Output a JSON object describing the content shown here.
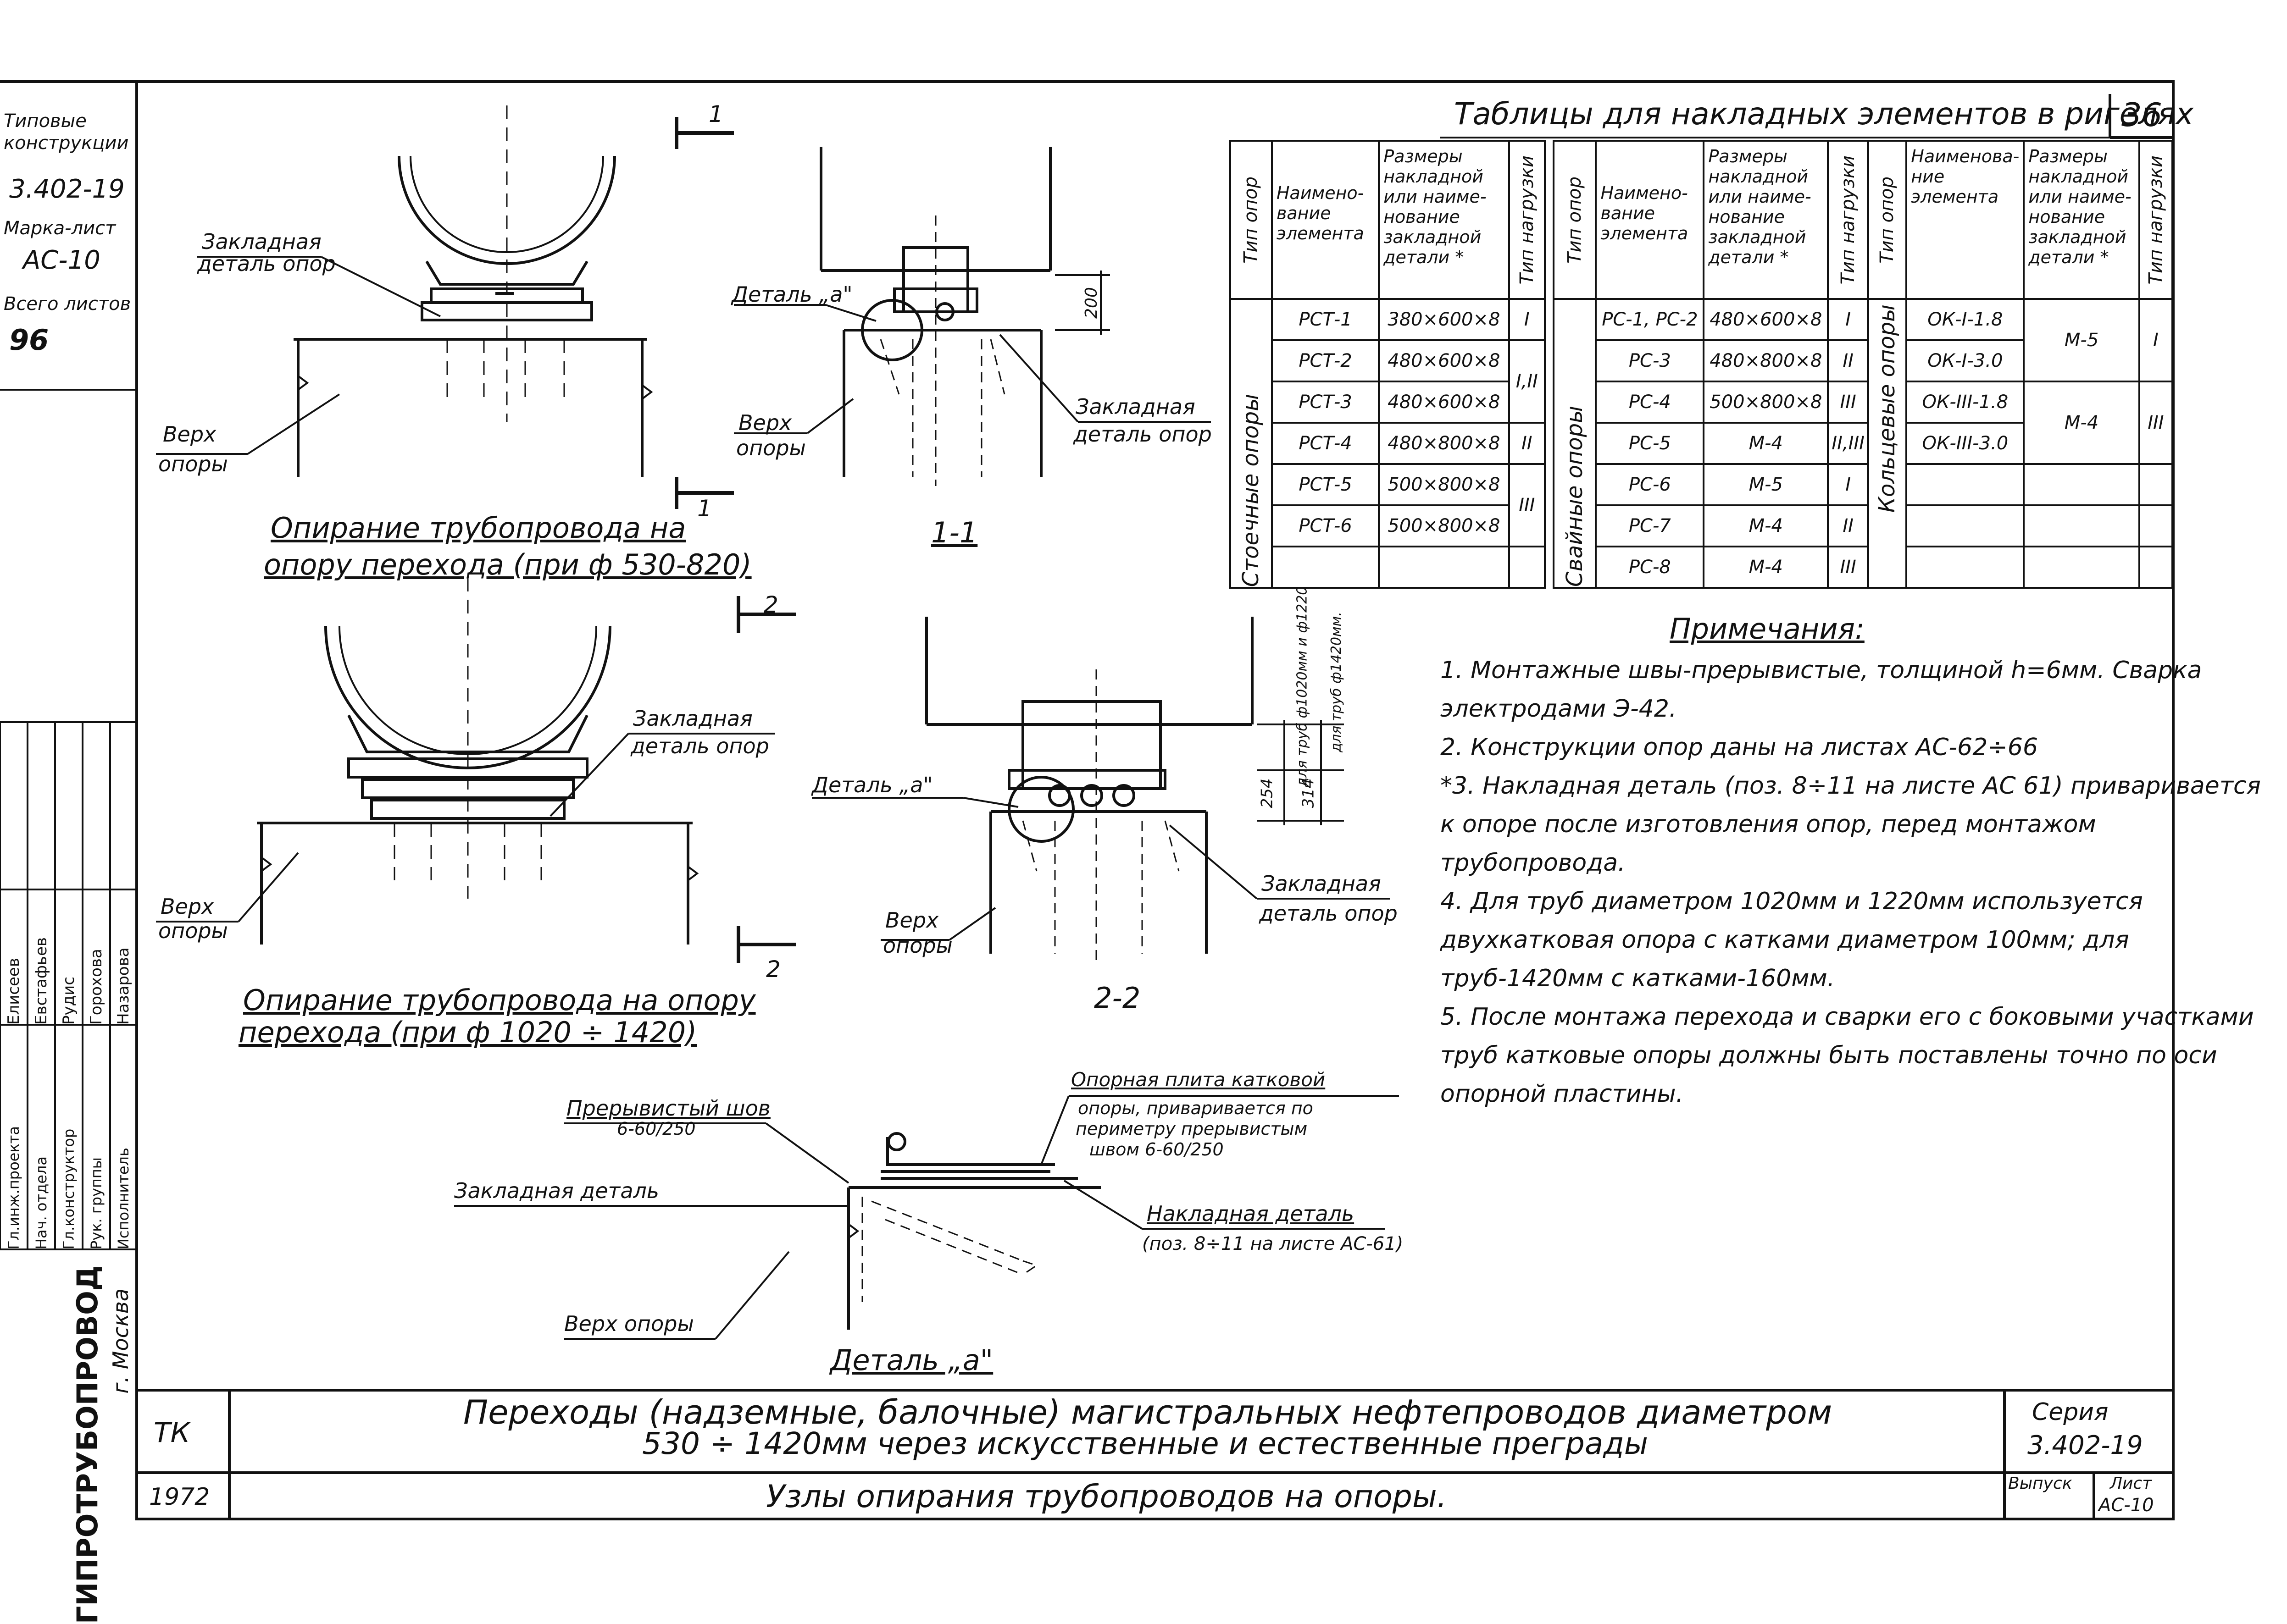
{
  "sheet_corner": "36",
  "table_title": "Таблицы для накладных элементов в ригелях",
  "stamp": {
    "type_constr": "Типовые конструкции",
    "series": "3.402-19",
    "mark_label": "Марка-лист",
    "mark": "АС-10",
    "total_label": "Всего листов",
    "total": "96",
    "org": "ГИПРОТРУБОПРОВОД",
    "city": "г. Москва",
    "roles": [
      "Гл.инж.проекта",
      "Нач. отдела",
      "Гл.конструктор",
      "Рук. группы",
      "Исполнитель"
    ],
    "names": [
      "Елисеев",
      "Евстафьев",
      "Рудис",
      "Горохова",
      "Назарова"
    ],
    "tk": "ТК",
    "year": "1972",
    "title1": "Переходы (надземные, балочные) магистральных нефтепроводов диаметром",
    "title2": "530 ÷ 1420мм через искусственные и естественные преграды",
    "title3": "Узлы опирания трубопроводов на опоры.",
    "series_label": "Серия",
    "series_value": "3.402-19",
    "issue_label": "Выпуск",
    "sheet_label": "Лист",
    "sheet_value": "АС-10"
  },
  "table": {
    "h_support": "Тип опор",
    "h_name": "Наимено- вание элемента",
    "h_name3": "Наименова- ние элемента",
    "h_size": "Размеры накладной или наиме- нование закладной детали *",
    "h_load": "Тип нагрузки",
    "group1": "Стоечные опоры",
    "group2": "Свайные опоры",
    "group3": "Кольцевые опоры",
    "rows1": [
      {
        "name": "РСТ-1",
        "size": "380×600×8",
        "load": "I"
      },
      {
        "name": "РСТ-2",
        "size": "480×600×8",
        "load": "I,II"
      },
      {
        "name": "РСТ-3",
        "size": "480×600×8",
        "load": ""
      },
      {
        "name": "РСТ-4",
        "size": "480×800×8",
        "load": "II"
      },
      {
        "name": "РСТ-5",
        "size": "500×800×8",
        "load": "III"
      },
      {
        "name": "РСТ-6",
        "size": "500×800×8",
        "load": ""
      }
    ],
    "rows2": [
      {
        "name": "РС-1, РС-2",
        "size": "480×600×8",
        "load": "I"
      },
      {
        "name": "РС-3",
        "size": "480×800×8",
        "load": "II"
      },
      {
        "name": "РС-4",
        "size": "500×800×8",
        "load": "III"
      },
      {
        "name": "РС-5",
        "size": "М-4",
        "load": "II,III"
      },
      {
        "name": "РС-6",
        "size": "М-5",
        "load": "I"
      },
      {
        "name": "РС-7",
        "size": "М-4",
        "load": "II"
      },
      {
        "name": "РС-8",
        "size": "М-4",
        "load": "III"
      }
    ],
    "rows3": [
      {
        "name": "ОК-I-1.8",
        "size": "М-5",
        "load": "I"
      },
      {
        "name": "ОК-I-3.0"
      },
      {
        "name": "ОК-III-1.8",
        "size": "М-4",
        "load": "III"
      },
      {
        "name": "ОК-III-3.0"
      }
    ]
  },
  "notes": {
    "title": "Примечания:",
    "items": [
      "1. Монтажные швы-прерывистые, толщиной h=6мм. Сварка электродами Э-42.",
      "2. Конструкции опор даны на листах АС-62÷66",
      "*3. Накладная деталь (поз. 8÷11 на листе АС 61) приваривается к опоре после изготовления опор, перед монтажом трубопровода.",
      "4. Для труб диаметром 1020мм и 1220мм используется двухкатковая опора с катками диаметром 100мм; для труб-1420мм с катками-160мм.",
      "5. После монтажа перехода и сварки его с боковыми участками труб катковые опоры должны быть поставлены точно по оси опорной пластины."
    ]
  },
  "drawing": {
    "cap1": "Опирание трубопровода на опору перехода (при ф 530-820)",
    "cap1a": "Опирание трубопровода на",
    "cap1b": "опору перехода (при ф 530-820)",
    "cap2a": "Опирание трубопровода на опору",
    "cap2b": "перехода (при ф 1020 ÷ 1420)",
    "sec11": "1-1",
    "sec22": "2-2",
    "detail_a_cap": "Деталь „а\"",
    "zakl1": "Закладная деталь опор",
    "zakl_a": "Закладная",
    "zakl_b": "деталь опор",
    "verh_a": "Верх",
    "verh_b": "опоры",
    "detal_a": "Деталь „а\"",
    "dim200": "200",
    "dim254": "254",
    "dim314": "314",
    "dimA": "для труб ф1020мм и ф1220",
    "dimB": "для труб ф1420мм.",
    "sec_mark1": "1",
    "sec_mark2": "2",
    "preryv": "Прерывистый шов",
    "preryv_v": "6-60/250",
    "opor_plita_1": "Опорная плита катковой",
    "opor_plita_2": "опоры, приваривается по",
    "opor_plita_3": "периметру прерывистым",
    "opor_plita_4": "швом 6-60/250",
    "zakl_det": "Закладная деталь",
    "nakl_det": "Накладная деталь",
    "nakl_det2": "(поз. 8÷11 на листе АС-61)",
    "verh_opory": "Верх опоры"
  }
}
